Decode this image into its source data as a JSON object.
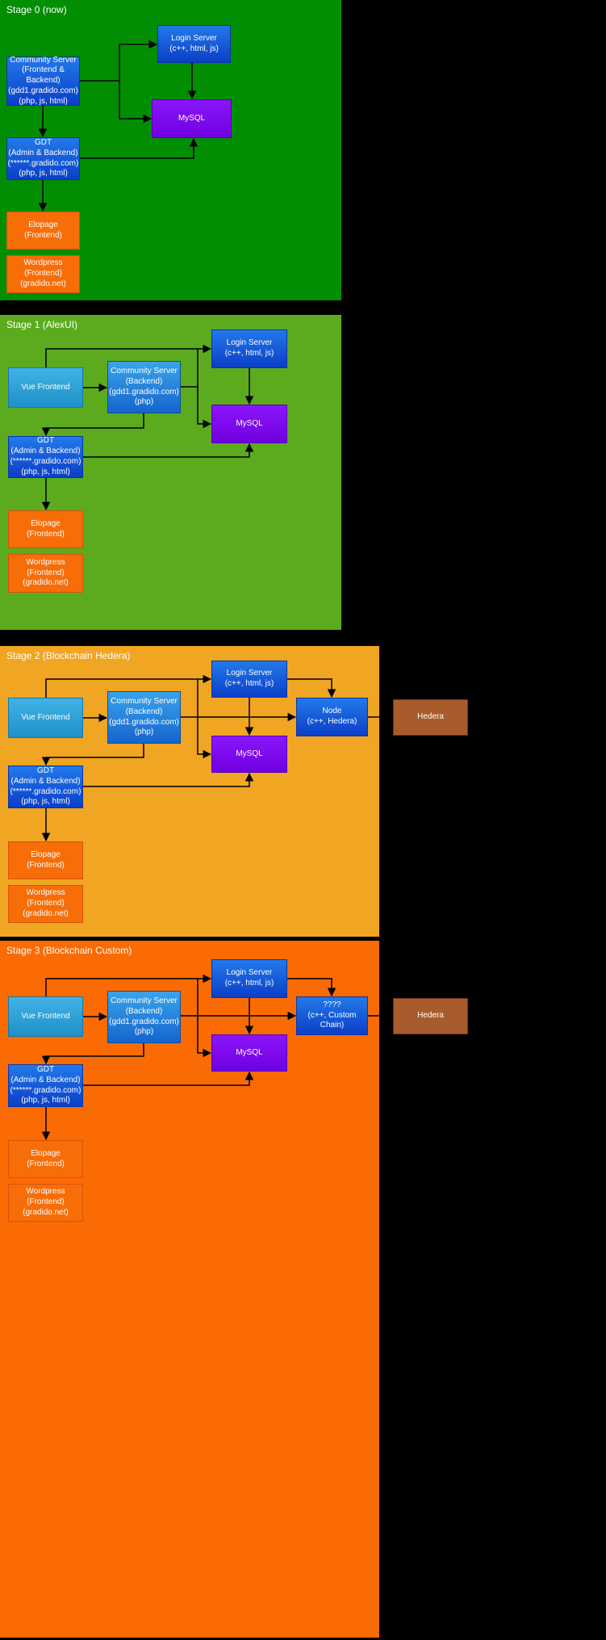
{
  "palette": {
    "background": "#000000",
    "stage0_bg": "#028e02",
    "stage1_bg": "#5cab1e",
    "stage2_bg": "#f0a523",
    "stage3_bg": "#fb6b04",
    "blue_box": "#1a5fd8",
    "community_blue": "#2a84dc",
    "vue_blue": "#30a2d8",
    "mysql_purple": "#7d0cee",
    "elopage_orange": "#f76d08",
    "hedera_brown": "#a85c2c",
    "text": "#ffffff",
    "connector": "#000000"
  },
  "stages": [
    {
      "title": "Stage 0 (now)",
      "nodes": {
        "login": "Login Server\n(c++, html, js)",
        "community": "Community Server\n(Frontend & Backend)\n(gdd1.gradido.com)\n(php, js, html)",
        "mysql": "MySQL",
        "gdt": "GDT\n(Admin & Backend)\n(******.gradido.com)\n(php, js, html)",
        "elopage": "Elopage\n(Frontend)",
        "wordpress": "Wordpress\n(Frontend)\n(gradido.net)"
      }
    },
    {
      "title": "Stage 1 (AlexUI)",
      "nodes": {
        "vue": "Vue Frontend",
        "community": "Community Server\n(Backend)\n(gdd1.gradido.com)\n(php)",
        "login": "Login Server\n(c++, html, js)",
        "mysql": "MySQL",
        "gdt": "GDT\n(Admin & Backend)\n(******.gradido.com)\n(php, js, html)",
        "elopage": "Elopage\n(Frontend)",
        "wordpress": "Wordpress\n(Frontend)\n(gradido.net)"
      }
    },
    {
      "title": "Stage 2 (Blockchain Hedera)",
      "nodes": {
        "vue": "Vue Frontend",
        "community": "Community Server\n(Backend)\n(gdd1.gradido.com)\n(php)",
        "login": "Login Server\n(c++, html, js)",
        "node": "Node\n(c++, Hedera)",
        "mysql": "MySQL",
        "gdt": "GDT\n(Admin & Backend)\n(******.gradido.com)\n(php, js, html)",
        "elopage": "Elopage\n(Frontend)",
        "wordpress": "Wordpress\n(Frontend)\n(gradido.net)",
        "hedera": "Hedera"
      }
    },
    {
      "title": "Stage 3 (Blockchain Custom)",
      "nodes": {
        "vue": "Vue Frontend",
        "community": "Community Server\n(Backend)\n(gdd1.gradido.com)\n(php)",
        "login": "Login Server\n(c++, html, js)",
        "chain": "????\n(c++, Custom Chain)",
        "mysql": "MySQL",
        "gdt": "GDT\n(Admin & Backend)\n(******.gradido.com)\n(php, js, html)",
        "elopage": "Elopage\n(Frontend)",
        "wordpress": "Wordpress\n(Frontend)\n(gradido.net)",
        "hedera": "Hedera"
      }
    }
  ]
}
